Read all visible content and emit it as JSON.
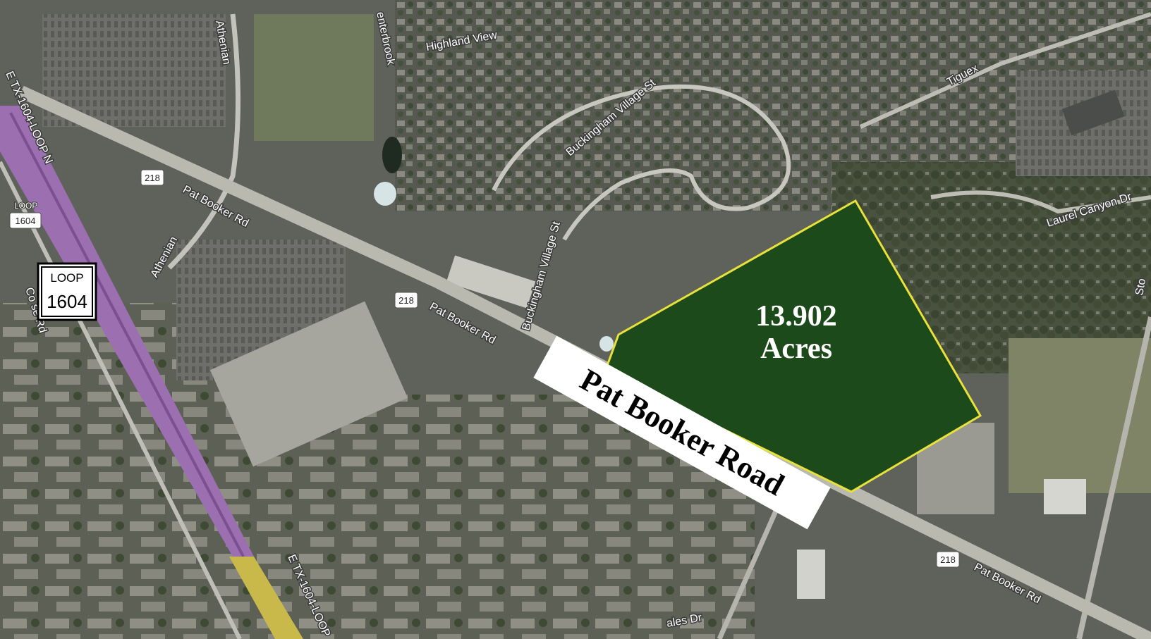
{
  "parcel": {
    "area_value": "13.902",
    "area_unit": "Acres",
    "fill_color": "#1d4a1a",
    "outline_color": "#e8e23a"
  },
  "callout": {
    "text": "Pat Booker Road"
  },
  "loop_sign": {
    "top": "LOOP",
    "number": "1604"
  },
  "small_loop_shield": {
    "top": "LOOP",
    "number": "1604"
  },
  "route_shields": [
    "218",
    "218",
    "218"
  ],
  "street_labels": {
    "athenian_north": "Athenian",
    "athenian_south": "Athenian",
    "pat_booker_west": "Pat Booker Rd",
    "pat_booker_mid": "Pat Booker Rd",
    "pat_booker_east": "Pat Booker Rd",
    "highland_view": "Highland View",
    "enterbrook": "enterbrook",
    "buckingham_north": "Buckingham Village St",
    "buckingham_south": "Buckingham Village St",
    "tiguex": "Tiguex",
    "laurel_canyon": "Laurel Canyon Dr",
    "loop_north": "E TX-1604-LOOP N",
    "loop_south": "E TX-1604-LOOP",
    "colorado": "Co    se Rd",
    "ales": "ales Dr",
    "sto": "Sto"
  },
  "colors": {
    "loop_highway": "#9b6fb0",
    "loop_south_highway": "#c9b84a",
    "aerial_base": "#5f625a"
  }
}
